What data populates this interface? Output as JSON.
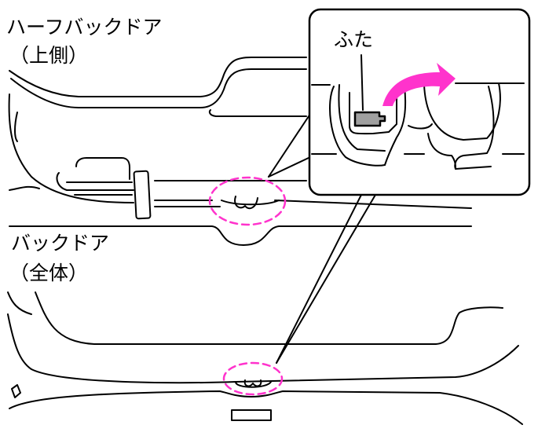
{
  "labels": {
    "upper_title": "ハーフバックドア",
    "upper_sub": "（上側）",
    "lid": "ふた",
    "lower_title": "バックドア",
    "lower_sub": "（全体）"
  },
  "colors": {
    "line": "#000000",
    "highlight": "#ff33cc",
    "lid_fill": "#a0a0a0"
  }
}
